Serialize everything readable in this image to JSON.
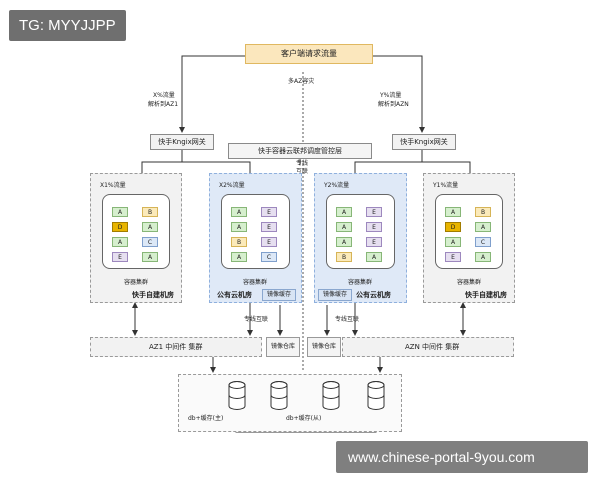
{
  "watermark_top": "TG: MYYJJPP",
  "watermark_bottom": "www.chinese-portal-9you.com",
  "client_traffic": "客户端请求流量",
  "multi_az": "多AZ容灾",
  "x_traffic": "X%流量",
  "x_resolve": "解析到AZ1",
  "y_traffic": "Y%流量",
  "y_resolve": "解析到AZN",
  "gateway_left": "快手Kngix网关",
  "gateway_right": "快手Kngix网关",
  "control": "快手容器云联邦调度管控层",
  "leased_line": "专线",
  "interconnect": "互联",
  "rooms": [
    {
      "traffic": "X1%流量",
      "cluster": "容器集群",
      "name": "快手自建机房",
      "cells": [
        "A",
        "B",
        "D",
        "A",
        "A",
        "C",
        "E",
        "A"
      ]
    },
    {
      "traffic": "X2%流量",
      "cluster": "容器集群",
      "name": "公有云机房",
      "mirror": "镜像缓存",
      "cells": [
        "A",
        "E",
        "A",
        "E",
        "B",
        "E",
        "A",
        "C"
      ]
    },
    {
      "traffic": "Y2%流量",
      "cluster": "容器集群",
      "name": "公有云机房",
      "mirror": "镜像缓存",
      "cells": [
        "A",
        "E",
        "A",
        "E",
        "A",
        "E",
        "B",
        "A"
      ]
    },
    {
      "traffic": "Y1%流量",
      "cluster": "容器集群",
      "name": "快手自建机房",
      "cells": [
        "A",
        "B",
        "D",
        "A",
        "A",
        "C",
        "E",
        "A"
      ]
    }
  ],
  "leased_left": "专线互联",
  "leased_right": "专线互联",
  "middleware_left": "AZ1 中间件 集群",
  "middleware_right": "AZN 中间件 集群",
  "mirror_repo_left": "镜像仓库",
  "mirror_repo_right": "镜像仓库",
  "db_master": "db+缓存(主)",
  "db_slave": "db+缓存(从)",
  "colors": {
    "A": "#d6efce",
    "B": "#fbeaba",
    "C": "#dce8f7",
    "D": "#e8b400",
    "E": "#e6dff0",
    "top": "#fbe7bd",
    "public_cloud": "#dfe9f7"
  }
}
